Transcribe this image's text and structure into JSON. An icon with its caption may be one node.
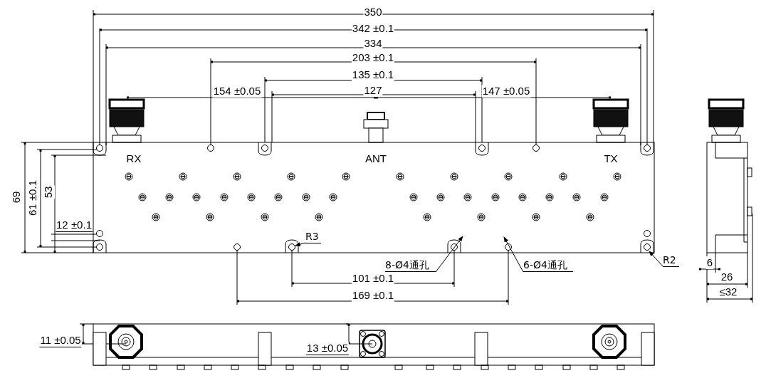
{
  "diagram": {
    "nodes": [
      {
        "text": [
          "R3"
        ]
      },
      {
        "text": [
          "8-Ø4通孔"
        ]
      },
      {
        "text": [
          "6-Ø4通孔"
        ]
      },
      {
        "text": [
          "R2"
        ]
      }
    ],
    "edges": [
      {
        "from": 0,
        "to": null,
        "arrow": "to"
      },
      {
        "from": 1,
        "to": null,
        "arrow": "to"
      },
      {
        "from": 2,
        "to": null,
        "arrow": "to"
      },
      {
        "from": 3,
        "to": null,
        "arrow": "to"
      }
    ],
    "labels": [
      "350",
      "342 ±0.1",
      "334",
      "203 ±0.1",
      "135 ±0.1",
      "154 ±0.05",
      "127",
      "147 ±0.05",
      "RX",
      "ANT",
      "TX",
      "69",
      "61 ±0.1",
      "53",
      "12 ±0.1",
      "101 ±0.1",
      "169 ±0.1",
      "6",
      "26",
      "≤32",
      "11 ±0.05",
      "13 ±0.05"
    ]
  }
}
